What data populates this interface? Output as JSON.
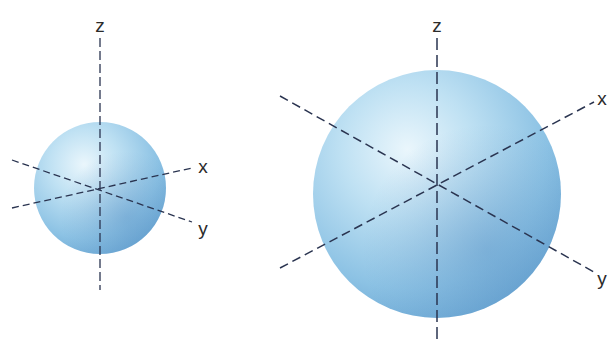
{
  "diagram": {
    "labels": [
      "z",
      "x",
      "y",
      "z",
      "x",
      "y"
    ]
  }
}
